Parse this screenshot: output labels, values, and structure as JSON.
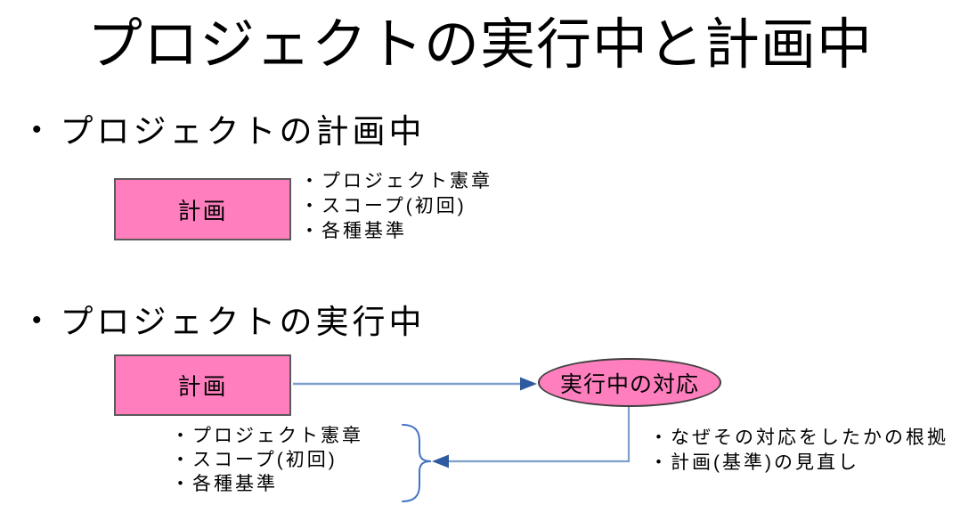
{
  "slide": {
    "title": "プロジェクトの実行中と計画中",
    "bullet_char": "•"
  },
  "planning_section": {
    "heading": "プロジェクトの計画中",
    "box_label": "計画",
    "items": [
      "・プロジェクト憲章",
      "・スコープ(初回)",
      "・各種基準"
    ]
  },
  "executing_section": {
    "heading": "プロジェクトの実行中",
    "box_label": "計画",
    "ellipse_label": "実行中の対応",
    "baseline_items": [
      "・プロジェクト憲章",
      "・スコープ(初回)",
      "・各種基準"
    ],
    "rationale_items": [
      "・なぜその対応をしたかの根拠",
      "・計画(基準)の見直し"
    ]
  },
  "colors": {
    "shape_fill_pink": "#ff7fbe",
    "rect_border_gray": "#5a5a5a",
    "ellipse_border_dark": "#404040",
    "connector_line_blue": "#7c9fcc",
    "arrowhead_blue": "#2e5b9f",
    "brace_blue": "#4472c4",
    "text_black": "#000000",
    "background": "#ffffff"
  }
}
